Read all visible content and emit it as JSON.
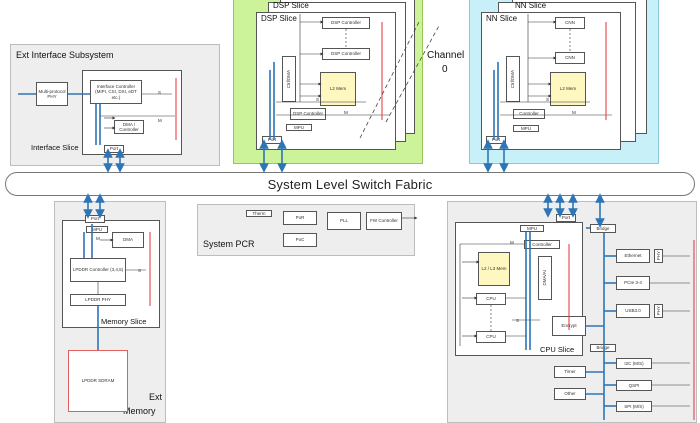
{
  "fabric": {
    "title": "System Level Switch Fabric"
  },
  "channel": {
    "label": "Channel",
    "number": "0"
  },
  "dsp": {
    "back_title": "DSP Slice",
    "title": "DSP Slice",
    "dsp_ctrl_a": "DSP Controller",
    "dsp_ctrl_b": "DSP Controller",
    "dsp_ctrl_c": "DSP Controller",
    "ctrl_dma": "Ctrl/DMA",
    "l2": "L2 Mem",
    "mpu": "MPU",
    "port": "Port",
    "s": "S",
    "m": "M"
  },
  "nn": {
    "back_title": "NN Slice",
    "title": "NN Slice",
    "cnn_a": "CNN",
    "cnn_b": "CNN",
    "controller": "Controller",
    "ctrl_dma": "Ctrl/DMA",
    "l2": "L2 Mem",
    "mpu": "MPU",
    "port": "Port",
    "s": "S",
    "m": "M"
  },
  "ext_interface": {
    "title": "Ext Interface Subsystem",
    "slice": "Interface Slice",
    "phy": "Multi-protocol PHY",
    "ctrl": "Interface Controller (MIPI, CSI, DSI, eDT etc.)",
    "dma": "DMA / Controller",
    "port": "Port",
    "s": "S",
    "m": "M"
  },
  "memory": {
    "slice": "Memory Slice",
    "port": "Port",
    "mpu": "MPU",
    "dma": "DMA",
    "lpddr_ctrl": "LPDDR Controller (3,4,5)",
    "lpddr_phy": "LPDDR PHY",
    "sdram": "LPDDR SDRAM",
    "ext_title_1": "Ext",
    "ext_title_2": "Memory",
    "s": "S",
    "m": "M"
  },
  "pcr": {
    "title": "System PCR",
    "therm": "Therm",
    "pll": "PoR",
    "plls": "PLL",
    "poc": "PoC",
    "fw": "FW Controller"
  },
  "cpu": {
    "slice": "CPU Slice",
    "port": "Port",
    "mpu": "MPU",
    "controller": "Controller",
    "l2": "L2 / L3 Mem",
    "cpu_a": "CPU",
    "cpu_b": "CPU",
    "dma": "DMA/AI",
    "bridge_top": "Bridge",
    "bridge_mid": "Bridge",
    "encrypt": "Encrypt",
    "timer": "Timer",
    "other": "Other",
    "ethernet": "Ethernet",
    "pcie": "PCIe 3-4",
    "usb": "USB3.0",
    "i2c": "I2C (M/S)",
    "qspi": "QSPI",
    "spi": "SPI (M/S)",
    "phy": "PHY",
    "m": "M",
    "s": "S"
  },
  "colors": {
    "dsp_bg": "#ccf29a",
    "nn_bg": "#c8f0f8",
    "panel_bg": "#eeeeee",
    "bus": "#2e75b6",
    "red": "#e0303a",
    "mem_bg": "#fff7c0"
  }
}
